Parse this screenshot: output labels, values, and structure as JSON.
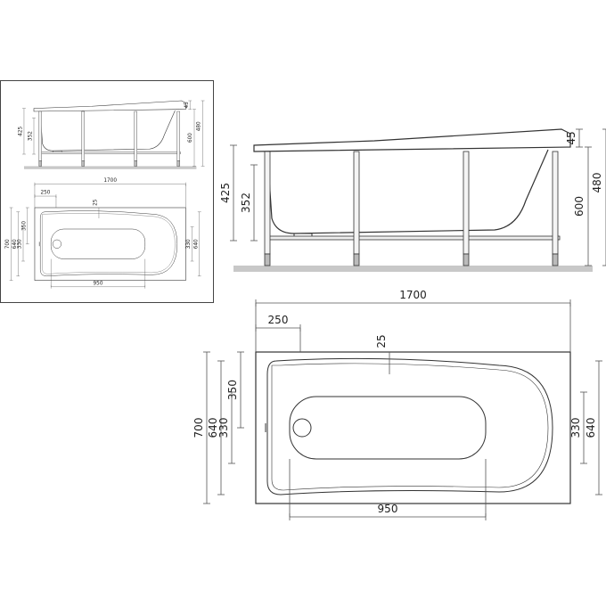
{
  "colors": {
    "line": "#333333",
    "floor": "#c8c8c8",
    "dim_line": "#555555"
  },
  "side_view": {
    "dims": {
      "rim_height": "425",
      "inner_depth": "352",
      "rim_thickness": "45",
      "total_height": "600",
      "leg_height": "480"
    }
  },
  "top_view": {
    "dims": {
      "length": "1700",
      "drain_offset": "250",
      "edge_offset": "25",
      "width": "700",
      "inner_width": "640",
      "drain_to_edge": "350",
      "basin_width": "330",
      "right_basin_width": "330",
      "right_inner_width": "640",
      "basin_length": "950"
    }
  }
}
